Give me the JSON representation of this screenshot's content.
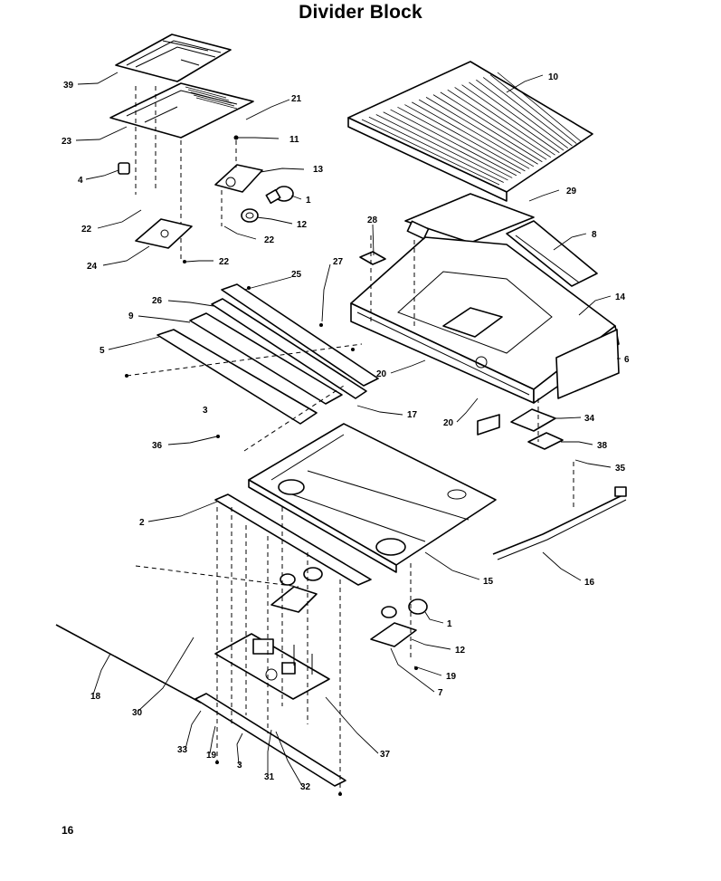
{
  "title": "Divider Block",
  "page_number": "16",
  "callouts": [
    {
      "id": "c39",
      "label": "39"
    },
    {
      "id": "c23",
      "label": "23"
    },
    {
      "id": "c21",
      "label": "21"
    },
    {
      "id": "c11",
      "label": "11"
    },
    {
      "id": "c13",
      "label": "13"
    },
    {
      "id": "c4",
      "label": "4"
    },
    {
      "id": "c1a",
      "label": "1"
    },
    {
      "id": "c12a",
      "label": "12"
    },
    {
      "id": "c22a",
      "label": "22"
    },
    {
      "id": "c22b",
      "label": "22"
    },
    {
      "id": "c24",
      "label": "24"
    },
    {
      "id": "c22c",
      "label": "22"
    },
    {
      "id": "c10",
      "label": "10"
    },
    {
      "id": "c29",
      "label": "29"
    },
    {
      "id": "c28",
      "label": "28"
    },
    {
      "id": "c8",
      "label": "8"
    },
    {
      "id": "c14",
      "label": "14"
    },
    {
      "id": "c6",
      "label": "6"
    },
    {
      "id": "c20a",
      "label": "20"
    },
    {
      "id": "c20b",
      "label": "20"
    },
    {
      "id": "c34",
      "label": "34"
    },
    {
      "id": "c38",
      "label": "38"
    },
    {
      "id": "c35",
      "label": "35"
    },
    {
      "id": "c25",
      "label": "25"
    },
    {
      "id": "c27",
      "label": "27"
    },
    {
      "id": "c26",
      "label": "26"
    },
    {
      "id": "c9",
      "label": "9"
    },
    {
      "id": "c5",
      "label": "5"
    },
    {
      "id": "c3small",
      "label": "3"
    },
    {
      "id": "c17",
      "label": "17"
    },
    {
      "id": "c36",
      "label": "36"
    },
    {
      "id": "c2",
      "label": "2"
    },
    {
      "id": "c15",
      "label": "15"
    },
    {
      "id": "c16",
      "label": "16"
    },
    {
      "id": "c1b",
      "label": "1"
    },
    {
      "id": "c12b",
      "label": "12"
    },
    {
      "id": "c19a",
      "label": "19"
    },
    {
      "id": "c7",
      "label": "7"
    },
    {
      "id": "c18",
      "label": "18"
    },
    {
      "id": "c30",
      "label": "30"
    },
    {
      "id": "c33",
      "label": "33"
    },
    {
      "id": "c19b",
      "label": "19"
    },
    {
      "id": "c3",
      "label": "3"
    },
    {
      "id": "c31",
      "label": "31"
    },
    {
      "id": "c32",
      "label": "32"
    },
    {
      "id": "c37",
      "label": "37"
    }
  ]
}
